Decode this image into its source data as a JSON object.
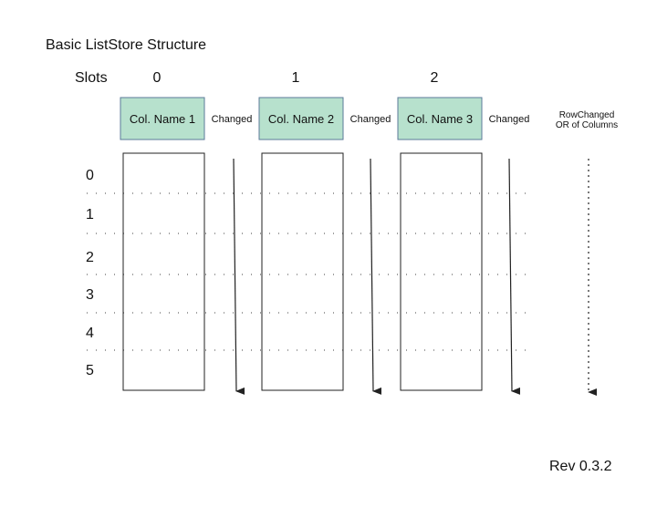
{
  "title": "Basic ListStore Structure",
  "slots_label": "Slots",
  "slots": [
    "0",
    "1",
    "2"
  ],
  "columns": [
    {
      "name": "Col. Name 1",
      "changed_label": "Changed"
    },
    {
      "name": "Col. Name 2",
      "changed_label": "Changed"
    },
    {
      "name": "Col. Name 3",
      "changed_label": "Changed"
    }
  ],
  "row_changed": {
    "line1": "RowChanged",
    "line2": "OR of Columns"
  },
  "rows": [
    "0",
    "1",
    "2",
    "3",
    "4",
    "5"
  ],
  "revision": "Rev 0.3.2",
  "colors": {
    "header_fill": "#b7e1cd",
    "header_stroke": "#5b7a99",
    "line": "#222222",
    "dots": "#666666"
  }
}
